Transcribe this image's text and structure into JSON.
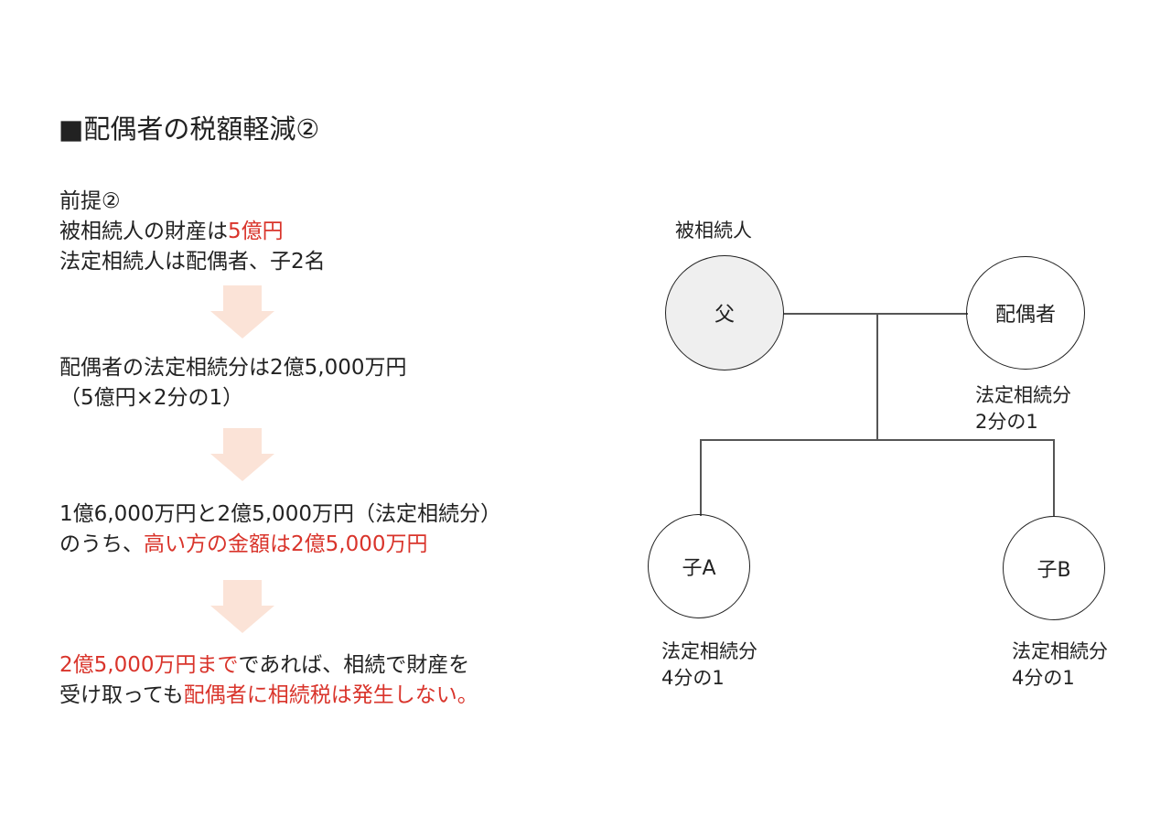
{
  "title": "■配偶者の税額軽減②",
  "premise": {
    "line1": "前提②",
    "line2_pre": "被相続人の財産は",
    "line2_red": "5億円",
    "line3": "法定相続人は配偶者、子2名"
  },
  "step2": {
    "line1": "配偶者の法定相続分は2億5,000万円",
    "line2": "（5億円×2分の1）"
  },
  "step3": {
    "line1": "1億6,000万円と2億5,000万円（法定相続分）",
    "line2_pre": "のうち、",
    "line2_red": "高い方の金額は2億5,000万円"
  },
  "step4": {
    "line1_red": "2億5,000万円まで",
    "line1_post": "であれば、相続で財産を",
    "line2_pre": "受け取っても",
    "line2_red": "配偶者に相続税は発生しない。"
  },
  "diagram": {
    "decedent_label": "被相続人",
    "father": "父",
    "spouse": "配偶者",
    "spouse_share_1": "法定相続分",
    "spouse_share_2": "2分の1",
    "child_a": "子A",
    "child_b": "子B",
    "child_a_share_1": "法定相続分",
    "child_a_share_2": "4分の1",
    "child_b_share_1": "法定相続分",
    "child_b_share_2": "4分の1"
  },
  "colors": {
    "accent_red": "#d9342b",
    "arrow_fill": "#fbe3d7",
    "father_fill": "#efefef"
  }
}
